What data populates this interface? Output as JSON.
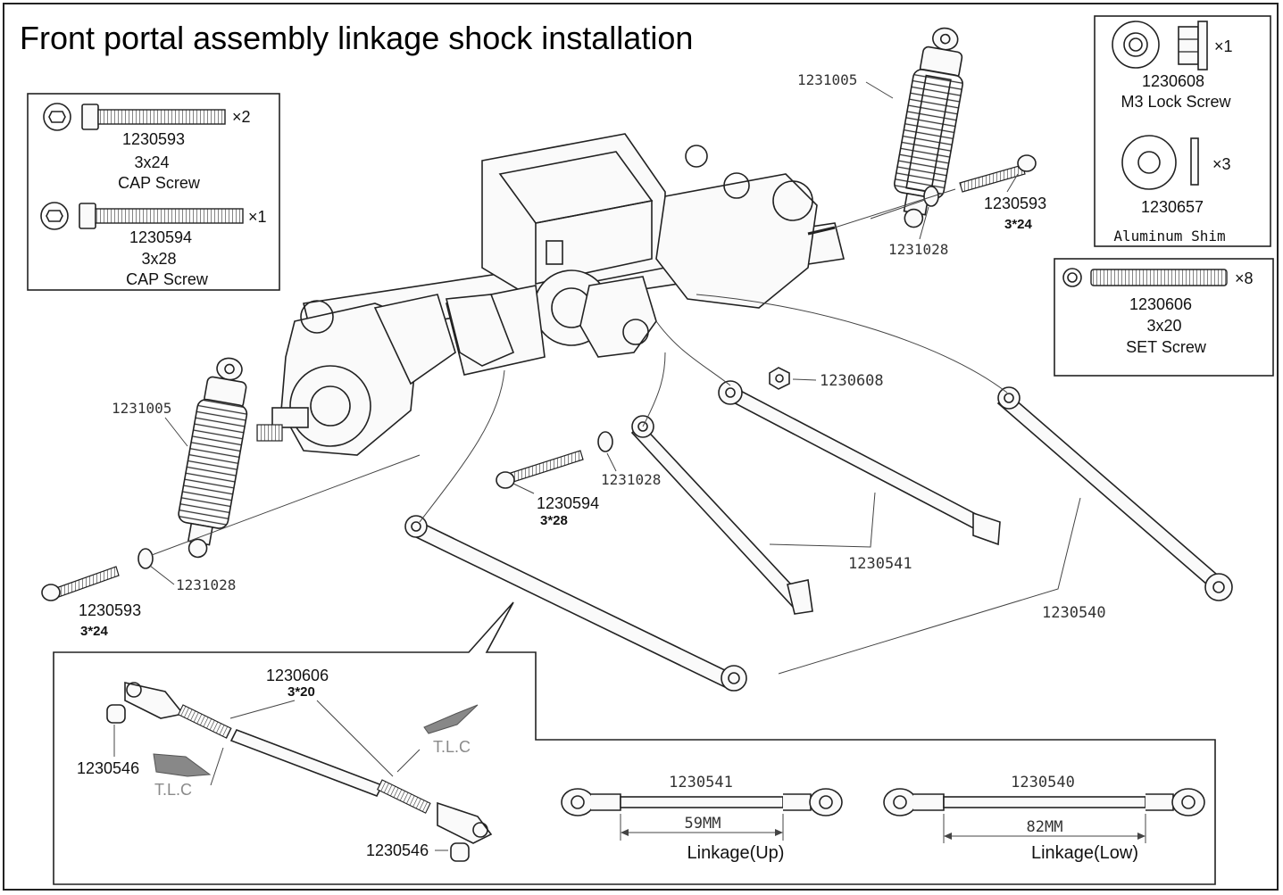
{
  "title": "Front portal assembly linkage shock installation",
  "hardware_left": {
    "screw1": {
      "part": "1230593",
      "size": "3x24",
      "name": "CAP Screw",
      "qty": "×2"
    },
    "screw2": {
      "part": "1230594",
      "size": "3x28",
      "name": "CAP Screw",
      "qty": "×1"
    }
  },
  "hardware_right_top": {
    "nut": {
      "part": "1230608",
      "name": "M3 Lock Screw",
      "qty": "×1"
    },
    "shim": {
      "part": "1230657",
      "name": "Aluminum Shim",
      "qty": "×3"
    }
  },
  "hardware_right_mid": {
    "set_screw": {
      "part": "1230606",
      "size": "3x20",
      "name": "SET Screw",
      "qty": "×8"
    }
  },
  "callouts": {
    "shock_right": "1231005",
    "screw_right": "1230593",
    "screw_right_size": "3*24",
    "shim_right": "1231028",
    "shock_left": "1231005",
    "screw_left": "1230593",
    "screw_left_size": "3*24",
    "shim_left": "1231028",
    "screw_mid": "1230594",
    "screw_mid_size": "3*28",
    "shim_mid": "1231028",
    "nut_mid": "1230608",
    "link_up": "1230541",
    "link_low": "1230540"
  },
  "detail": {
    "set_screw": "1230606",
    "set_screw_size": "3*20",
    "ball_top": "1230546",
    "ball_bottom": "1230546",
    "tlc_left": "T.L.C",
    "tlc_right": "T.L.C"
  },
  "linkage_up": {
    "part": "1230541",
    "length": "59MM",
    "label": "Linkage(Up)"
  },
  "linkage_low": {
    "part": "1230540",
    "length": "82MM",
    "label": "Linkage(Low)"
  }
}
